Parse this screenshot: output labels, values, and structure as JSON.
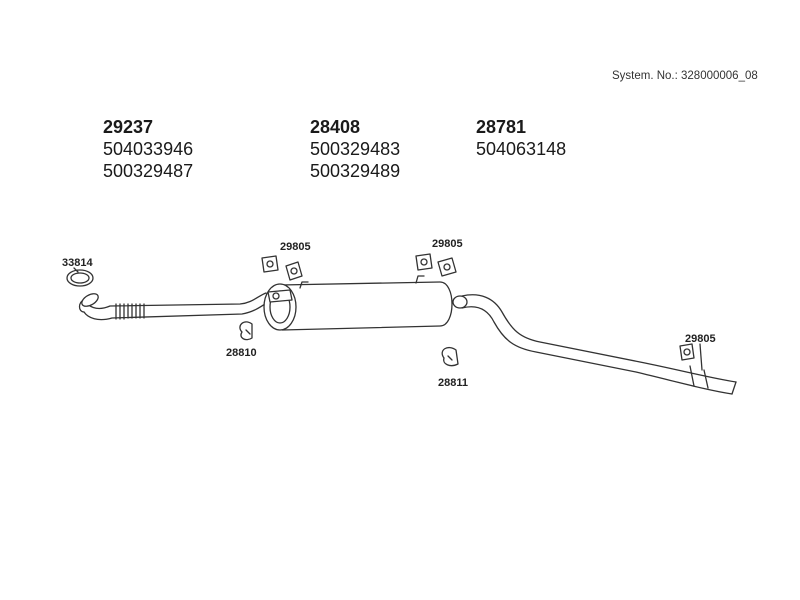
{
  "system_number": "System. No.: 328000006_08",
  "part_groups": [
    {
      "main": "29237",
      "subs": [
        "504033946",
        "500329487"
      ]
    },
    {
      "main": "28408",
      "subs": [
        "500329483",
        "500329489"
      ]
    },
    {
      "main": "28781",
      "subs": [
        "504063148"
      ]
    }
  ],
  "callouts": {
    "clamp_front": "33814",
    "mount_left": "29805",
    "clip_left": "28810",
    "mount_mid": "29805",
    "clip_mid": "28811",
    "mount_tail": "29805"
  }
}
